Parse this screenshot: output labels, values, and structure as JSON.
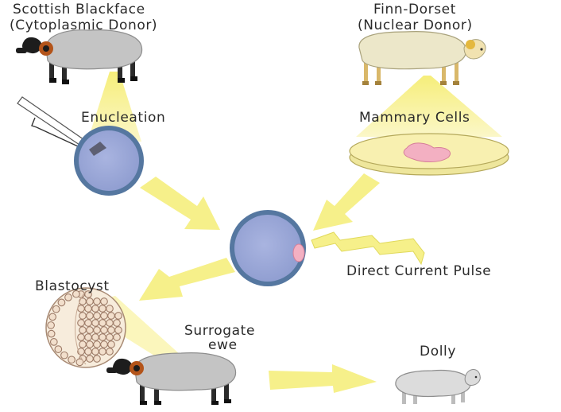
{
  "labels": {
    "cytoplasmic_donor_breed": "Scottish Blackface",
    "cytoplasmic_donor_role": "(Cytoplasmic Donor)",
    "nuclear_donor_breed": "Finn-Dorset",
    "nuclear_donor_role": "(Nuclear Donor)",
    "enucleation": "Enucleation",
    "mammary_cells": "Mammary Cells",
    "direct_current_pulse": "Direct Current Pulse",
    "blastocyst": "Blastocyst",
    "surrogate_line1": "Surrogate",
    "surrogate_line2": "ewe",
    "dolly": "Dolly"
  },
  "colors": {
    "wool_gray": "#c4c4c4",
    "wool_cream": "#ece7c9",
    "face_black": "#1d1d1d",
    "horn_brown": "#b3541a",
    "cell_blue": "#97a6d6",
    "cell_ring": "#5577a0",
    "arrow_yellow": "#f6f08a",
    "dish_yellow": "#f8f0b0",
    "tissue_pink": "#f3b0c2"
  },
  "icons": [
    "scottish-blackface-sheep-icon",
    "finn-dorset-sheep-icon",
    "micropipette-icon",
    "enucleated-egg-cell-icon",
    "petri-dish-icon",
    "fused-cell-icon",
    "lightning-bolt-icon",
    "blastocyst-icon",
    "surrogate-ewe-icon",
    "lamb-dolly-icon"
  ]
}
